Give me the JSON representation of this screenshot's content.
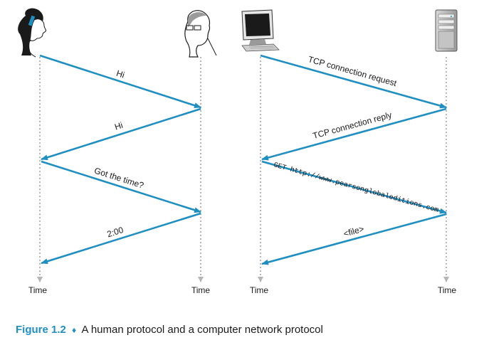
{
  "figure": {
    "number_label": "Figure 1.2",
    "separator": "♦",
    "caption": "A human protocol and a computer network protocol"
  },
  "human_protocol": {
    "messages": [
      "Hi",
      "Hi",
      "Got the time?",
      "2:00"
    ],
    "time_labels": [
      "Time",
      "Time"
    ]
  },
  "network_protocol": {
    "messages": [
      "TCP connection request",
      "TCP connection reply",
      "GET http://www.pearsonglobaleditions.com",
      "<file>"
    ],
    "time_labels": [
      "Time",
      "Time"
    ]
  },
  "colors": {
    "arrow": "#1f8fc2",
    "timeline": "#b5b5b5",
    "caption_accent": "#1f8fc2"
  },
  "icons": [
    "woman-head-icon",
    "man-head-icon",
    "computer-icon",
    "server-icon"
  ]
}
